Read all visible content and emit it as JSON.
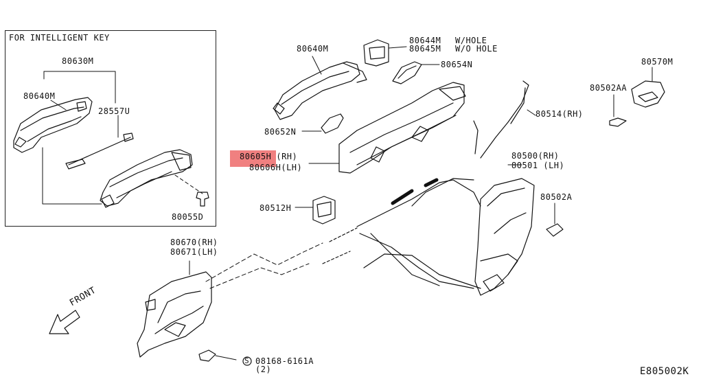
{
  "diagram_code": "E805002K",
  "inset": {
    "title": "FOR INTELLIGENT KEY"
  },
  "highlight_color": "#f08080",
  "parts": {
    "p80630M": "80630M",
    "p80640M_inset": "80640M",
    "p28557U": "28557U",
    "p80055D": "80055D",
    "p80640M": "80640M",
    "p80644M": "80644M",
    "p80645M": "80645M",
    "p80644M_note": "W/HOLE",
    "p80645M_note": "W/O HOLE",
    "p80654N": "80654N",
    "p80570M": "80570M",
    "p80502AA": "80502AA",
    "p80514": "80514(RH)",
    "p80652N": "80652N",
    "p80605H": "80605H",
    "p80605H_side": "(RH)",
    "p80606H": "80606H(LH)",
    "p80500": "80500(RH)",
    "p80501": "80501 (LH)",
    "p80502A": "80502A",
    "p80512H": "80512H",
    "p80670": "80670(RH)",
    "p80671": "80671(LH)",
    "p08168": "08168-6161A",
    "p08168_qty": "(2)"
  },
  "front_label": "FRONT"
}
